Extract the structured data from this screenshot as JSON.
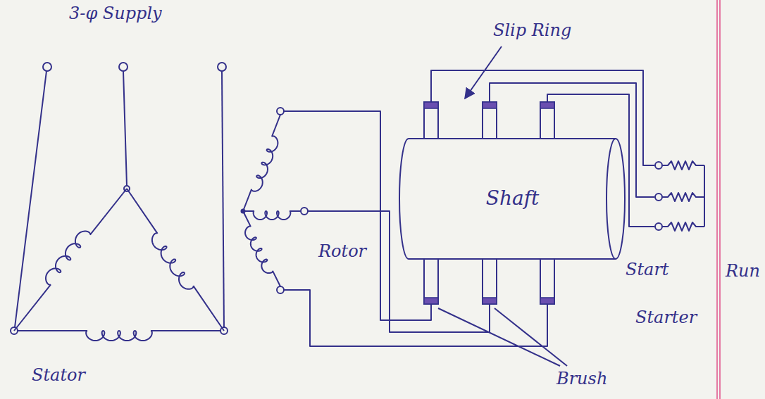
{
  "diagram": {
    "nodes": [
      {
        "text": [
          "Shaft"
        ]
      }
    ],
    "labels": [
      "3-φ Supply",
      "Slip Ring",
      "Rotor",
      "Start",
      "Run",
      "Starter",
      "Stator",
      "Brush"
    ]
  }
}
